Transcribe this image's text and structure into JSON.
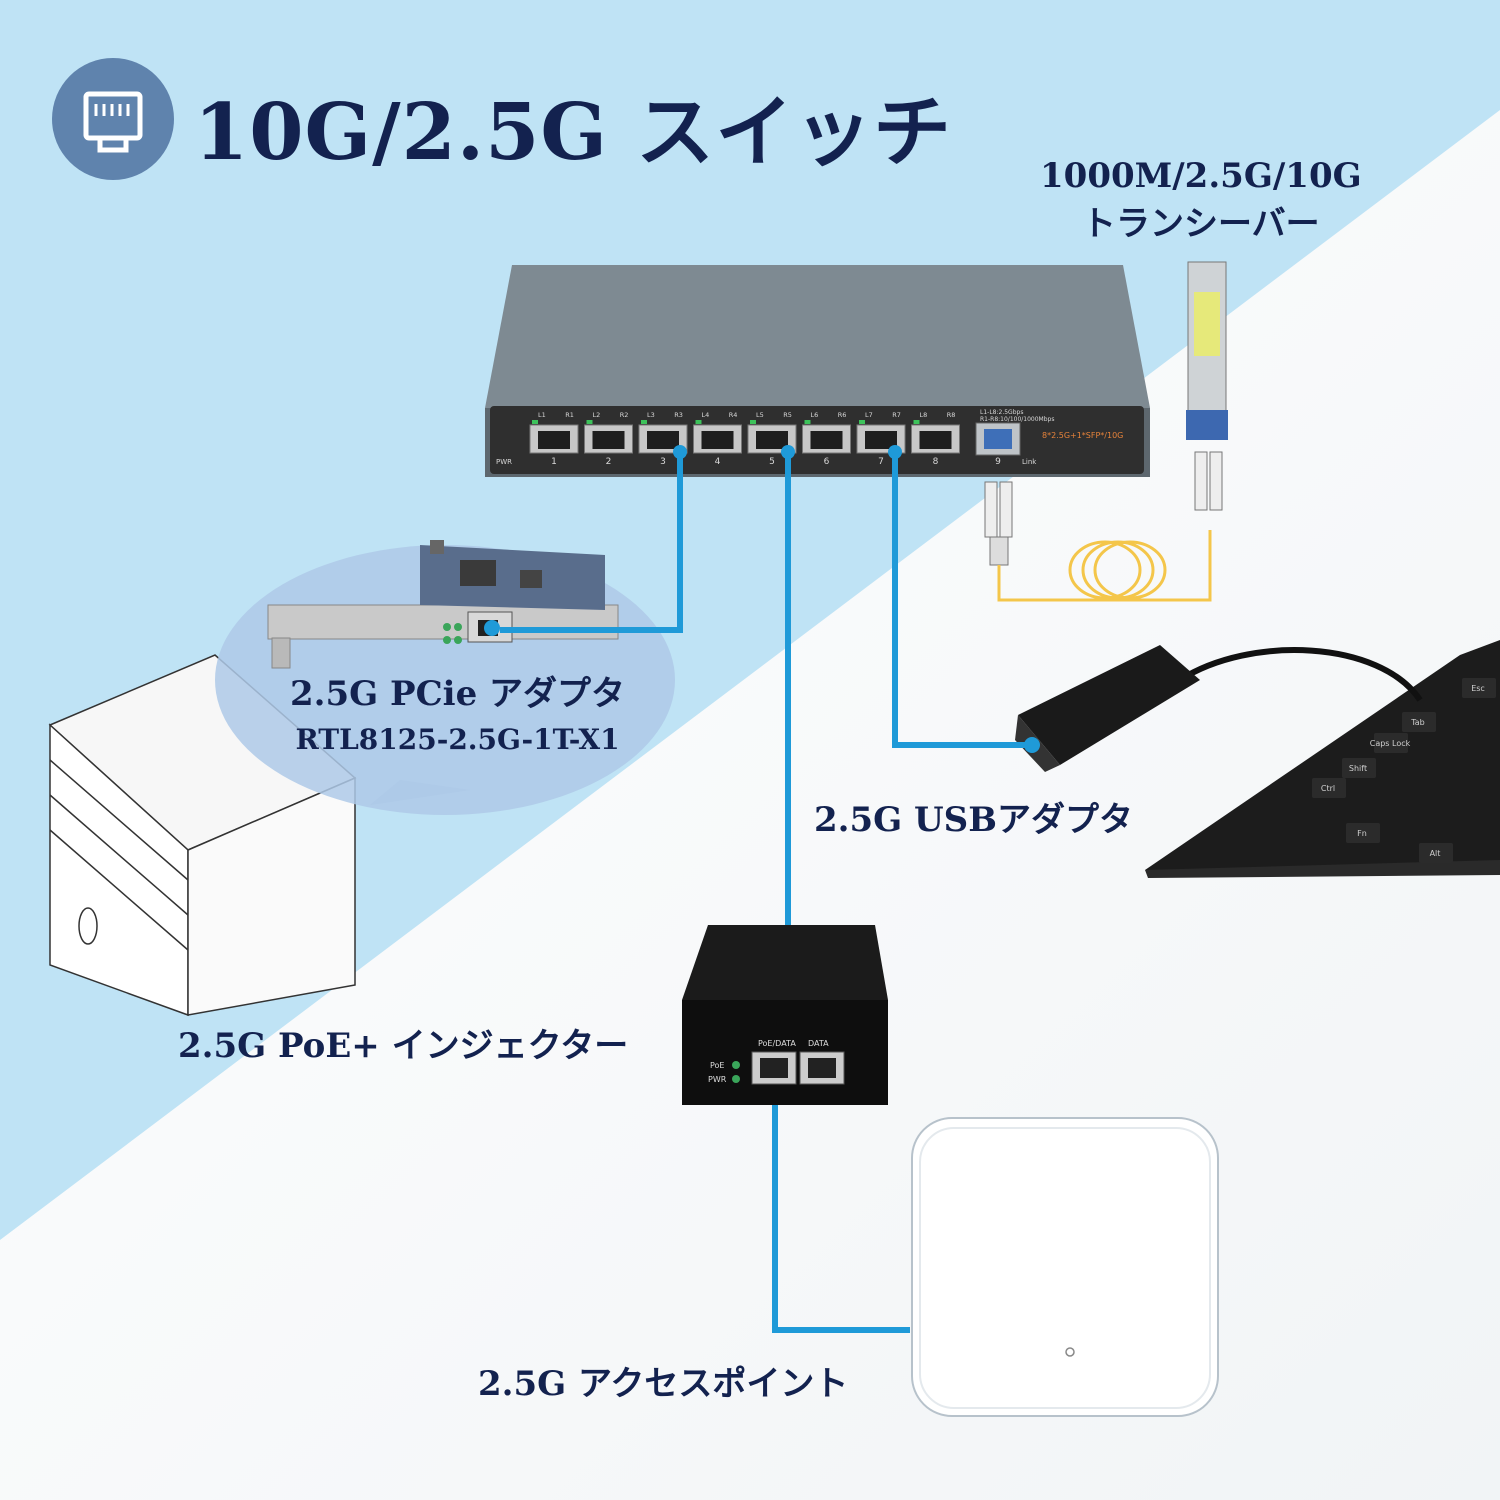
{
  "title": "10G/2.5G スイッチ",
  "title_icon": "ethernet-port-icon",
  "colors": {
    "background_blue": "#bfe3f5",
    "cable_blue": "#1f9ad8",
    "fiber_yellow": "#f4c64a",
    "text_navy": "#13224f",
    "icon_circle": "#5f83ad"
  },
  "transceiver": {
    "line1": "1000M/2.5G/10G",
    "line2": "トランシーバー"
  },
  "switch": {
    "port_labels_top": [
      "L1",
      "R1",
      "L2",
      "R2",
      "L3",
      "R3",
      "L4",
      "R4",
      "L5",
      "R5",
      "L6",
      "R6",
      "L7",
      "R7",
      "L8",
      "R8"
    ],
    "port_numbers": [
      "1",
      "2",
      "3",
      "4",
      "5",
      "6",
      "7",
      "8"
    ],
    "sfp_number": "9",
    "pwr_label": "PWR",
    "link_label": "Link",
    "legend_line1": "L1-L8:2.5Gbps",
    "legend_line2": "R1-R8:10/100/1000Mbps",
    "model_text": "8*2.5G+1*SFP*/10G"
  },
  "pcie": {
    "line1": "2.5G PCie アダプタ",
    "line2": "RTL8125-2.5G-1T-X1"
  },
  "usb": {
    "label": "2.5G USBアダプタ"
  },
  "poe": {
    "label": "2.5G PoE+ インジェクター",
    "port1_label": "PoE/DATA",
    "port2_label": "DATA",
    "led1_label": "PoE",
    "led2_label": "PWR"
  },
  "access_point": {
    "label": "2.5G アクセスポイント"
  },
  "laptop_keys": [
    "Esc",
    "Tab",
    "Caps Lock",
    "Shift",
    "Ctrl",
    "Fn",
    "Alt"
  ]
}
